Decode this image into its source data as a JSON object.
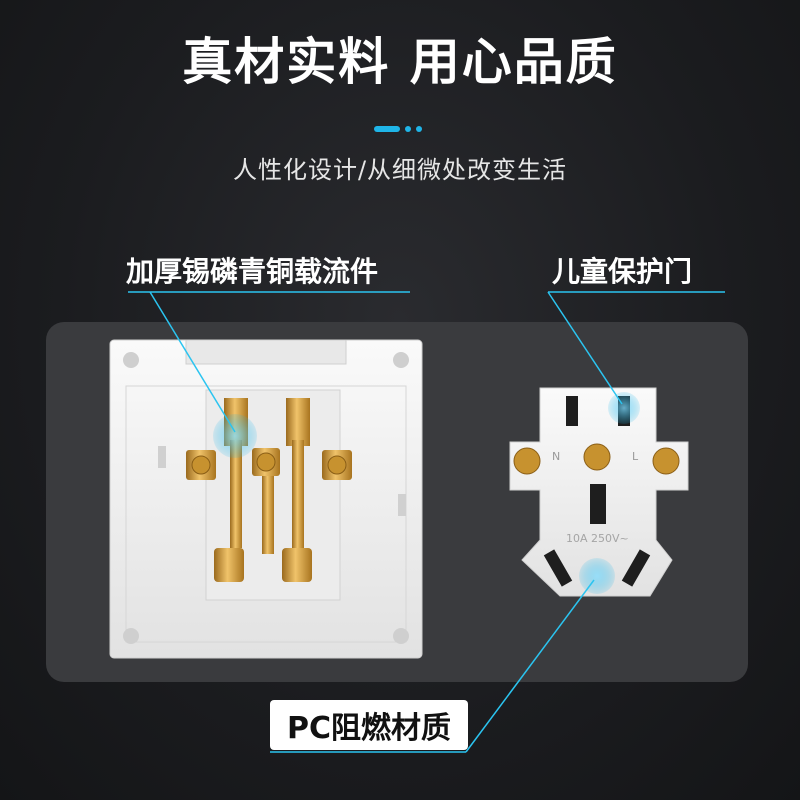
{
  "header": {
    "title": "真材实料 用心品质",
    "subtitle": "人性化设计/从细微处改变生活"
  },
  "callouts": {
    "copper": "加厚锡磷青铜载流件",
    "child_door": "儿童保护门",
    "pc": "PC阻燃材质"
  },
  "module": {
    "label_n": "N",
    "label_l": "L",
    "rating": "10A 250V~"
  },
  "colors": {
    "accent": "#1fb5e8",
    "background": "#1b1c1f",
    "panel": "#3a3b3e",
    "plastic": "#f1f1f1",
    "brass": "#d9a54a"
  }
}
